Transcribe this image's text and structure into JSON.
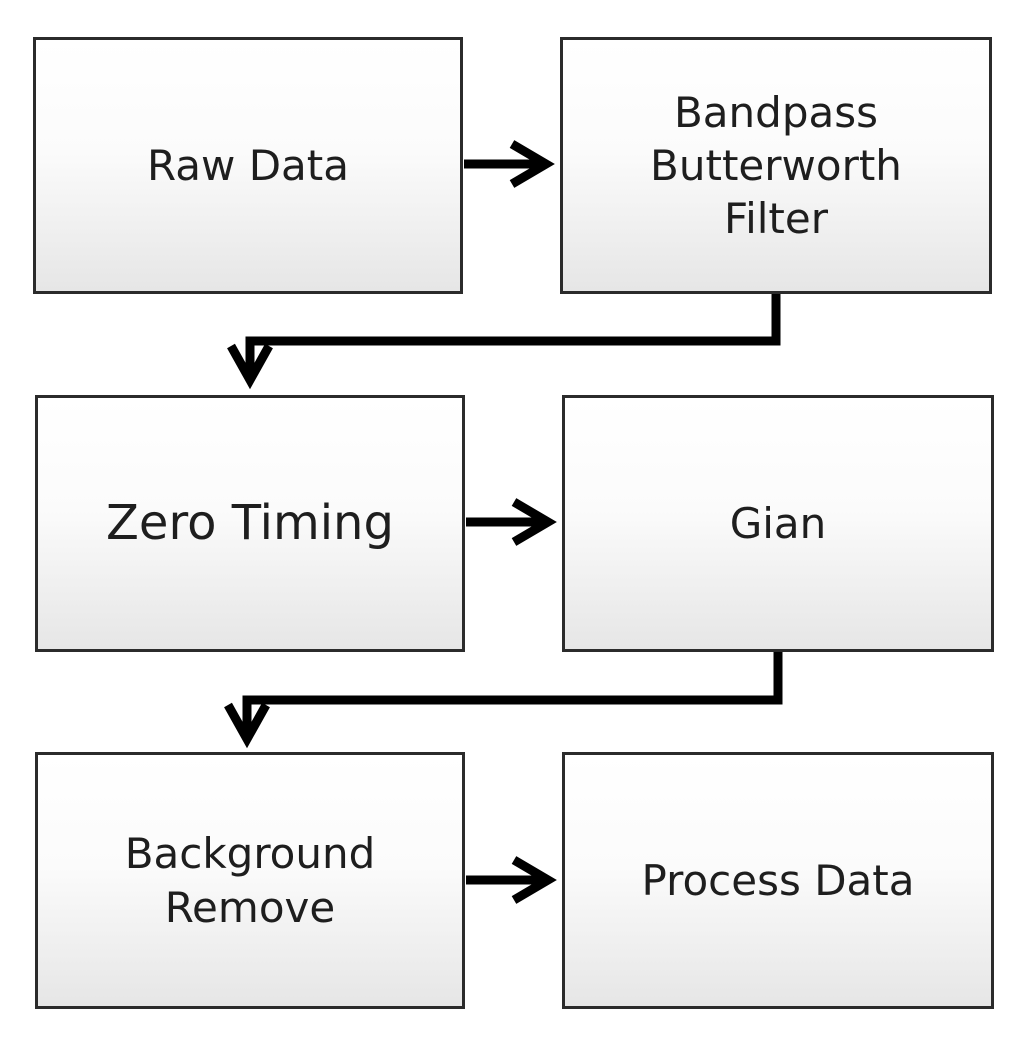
{
  "diagram": {
    "nodes": [
      {
        "id": "raw",
        "label": "Raw Data"
      },
      {
        "id": "bandpass",
        "label": "Bandpass\nButterworth\nFilter"
      },
      {
        "id": "zero",
        "label": "Zero Timing"
      },
      {
        "id": "gian",
        "label": "Gian"
      },
      {
        "id": "bg",
        "label": "Background\nRemove"
      },
      {
        "id": "process",
        "label": "Process Data"
      }
    ],
    "edges": [
      {
        "from": "raw",
        "to": "bandpass"
      },
      {
        "from": "bandpass",
        "to": "zero"
      },
      {
        "from": "zero",
        "to": "gian"
      },
      {
        "from": "gian",
        "to": "bg"
      },
      {
        "from": "bg",
        "to": "process"
      }
    ],
    "colors": {
      "box_border": "#2b2b2b",
      "box_fill_top": "#ffffff",
      "box_fill_bottom": "#e6e6e6",
      "text": "#1e1e1e",
      "arrow": "#000000"
    }
  }
}
